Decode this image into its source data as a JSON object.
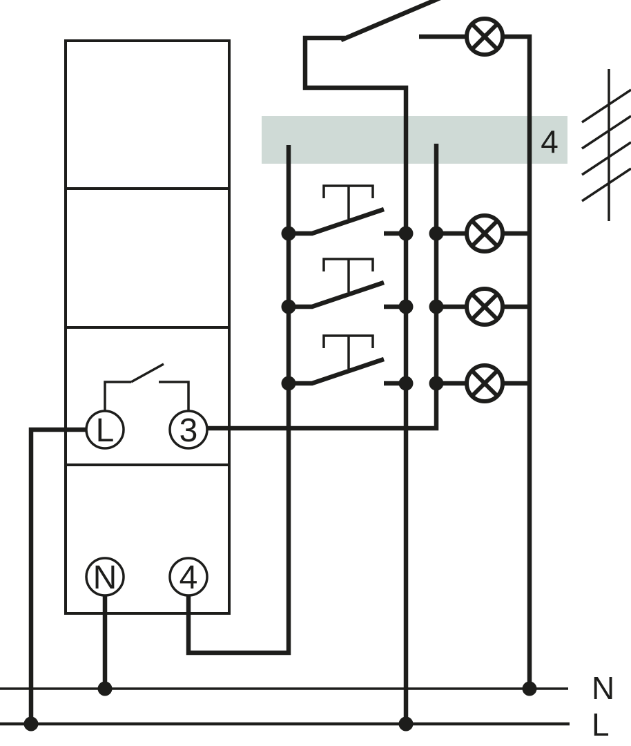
{
  "figure": {
    "type": "wiring-diagram",
    "description": "Staircase light time-switch wiring diagram: device with terminals L, 3, N, 4; one wall switch with lamp at top; three push buttons; three lamps; 4-wire bundle marker; N and L supply rails at bottom"
  },
  "colors": {
    "line": "#1d1d1b",
    "band": "#cfdad6",
    "background": "#ffffff"
  },
  "device": {
    "terminals": {
      "live": "L",
      "output": "3",
      "neutral": "N",
      "pushbutton": "4"
    }
  },
  "band": {
    "label": "4"
  },
  "rails": {
    "neutral": "N",
    "live": "L"
  }
}
